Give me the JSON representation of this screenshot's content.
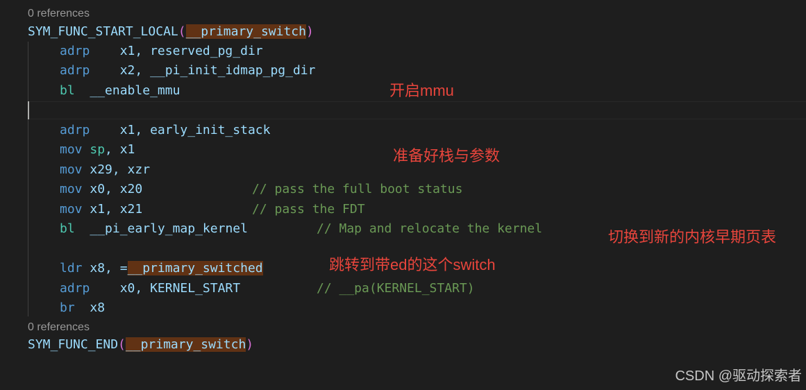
{
  "codelens": {
    "top": "0 references",
    "bottom": "0 references"
  },
  "code": {
    "func_start": "SYM_FUNC_START_LOCAL",
    "func_name": "__primary_switch",
    "adrp": "adrp",
    "bl": "bl",
    "mov": "mov",
    "ldr": "ldr",
    "br": "br",
    "l1_args": "x1, reserved_pg_dir",
    "l2_args": "x2, __pi_init_idmap_pg_dir",
    "l3_target": "__enable_mmu",
    "l5_args": "x1, early_init_stack",
    "l6_reg": "sp",
    "l6_rest": ", x1",
    "l7_args": "x29, xzr",
    "l8_args": "x0, x20",
    "l8_comment": "// pass the full boot status",
    "l9_args": "x1, x21",
    "l9_comment": "// pass the FDT",
    "l10_target": "__pi_early_map_kernel",
    "l10_comment": "// Map and relocate the kernel",
    "l12_pre": "x8, =",
    "l12_target": "__primary_switched",
    "l13_args": "x0, KERNEL_START",
    "l13_comment": "// __pa(KERNEL_START)",
    "l14_args": "x8",
    "func_end": "SYM_FUNC_END",
    "open_paren": "(",
    "close_paren": ")"
  },
  "annotations": {
    "enable_mmu": "开启mmu",
    "prepare_stack": "准备好栈与参数",
    "switch_pgtable": "切换到新的内核早期页表",
    "jump_switched": "跳转到带ed的这个switch"
  },
  "watermark": "CSDN @驱动探索者",
  "colors": {
    "background": "#1e1e1e",
    "annotation": "#e8453c",
    "highlight": "#613214",
    "keyword": "#4ec9b0",
    "instruction": "#569cd6",
    "identifier": "#9cdcfe",
    "comment": "#6a9955"
  }
}
